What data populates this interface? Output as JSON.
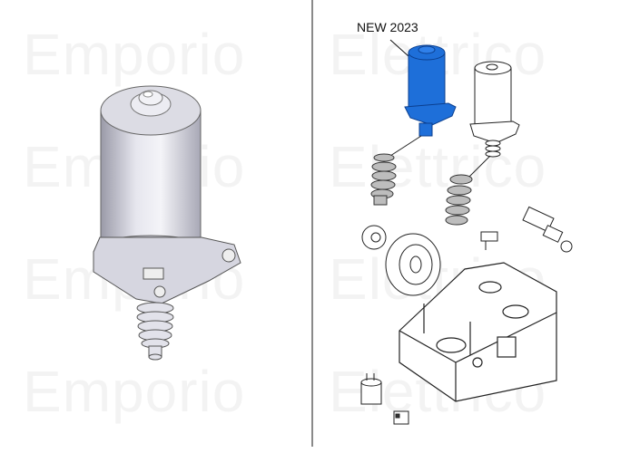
{
  "watermarks": {
    "left_word": "Emporio",
    "right_word": "Elettrico",
    "rows": 4
  },
  "left_panel": {
    "subject": "gearmotor-illustration",
    "color": "#c8c8d4"
  },
  "right_panel": {
    "subject": "exploded-parts-diagram",
    "callout_label": "NEW 2023",
    "highlight_color": "#1e6fd9"
  },
  "colors": {
    "background": "#ffffff",
    "divider": "#8a8a8a",
    "watermark": "#f3f3f3",
    "line_art": "#222222"
  }
}
